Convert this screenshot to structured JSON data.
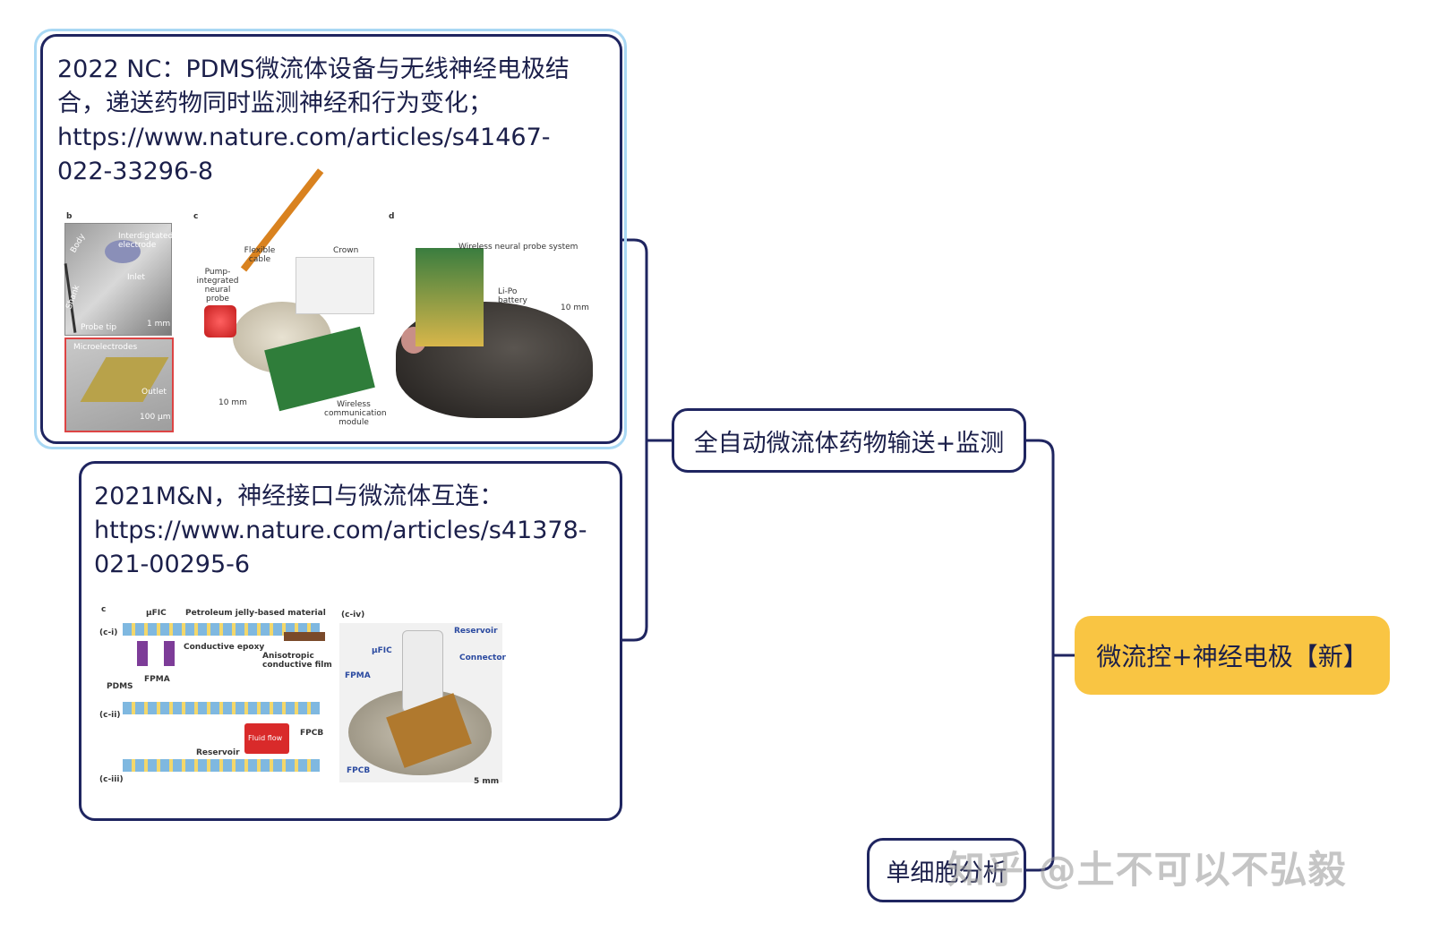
{
  "root": {
    "label": "微流控+神经电极【新】"
  },
  "branches": {
    "auto": {
      "label": "全自动微流体药物输送+监测"
    },
    "single": {
      "label": "单细胞分析"
    }
  },
  "leaves": {
    "nc2022": {
      "lines": [
        "2022 NC：PDMS微流体设备与无线神经电极结",
        "合，递送药物同时监测神经和行为变化；",
        "https://www.nature.com/articles/s41467-",
        "022-33296-8"
      ],
      "figure": {
        "panels": [
          "b",
          "c",
          "d"
        ],
        "labels": {
          "body": "Body",
          "electrode": "Interdigitated electrode",
          "inlet": "Inlet",
          "shank": "Shank",
          "probe_tip": "Probe tip",
          "scale_1mm": "1 mm",
          "microelectrodes": "Microelectrodes",
          "outlet": "Outlet",
          "scale_100um": "100 μm",
          "flexible_cable": "Flexible cable",
          "crown": "Crown",
          "pump_probe": "Pump-integrated neural probe",
          "scale_10mm_c": "10 mm",
          "wireless_module": "Wireless communication module",
          "wireless_system": "Wireless neural probe system",
          "lipo": "Li-Po battery",
          "scale_10mm_d": "10 mm"
        }
      }
    },
    "mn2021": {
      "lines": [
        "2021M&N，神经接口与微流体互连：",
        "https://www.nature.com/articles/s41378-",
        "021-00295-6"
      ],
      "figure": {
        "labels": {
          "panel_c": "c",
          "ufic": "μFIC",
          "petroleum": "Petroleum jelly-based material",
          "ci": "(c-i)",
          "epoxy": "Conductive epoxy",
          "anisotropic": "Anisotropic conductive film",
          "fpma": "FPMA",
          "pdms": "PDMS",
          "cii": "(c-ii)",
          "fluid": "Fluid flow",
          "fpcb": "FPCB",
          "reservoir": "Reservoir",
          "ciii": "(c-iii)",
          "civ": "(c-iv)",
          "reservoir2": "Reservoir",
          "ufic2": "μFIC",
          "connector": "Connector",
          "fpma2": "FPMA",
          "fpcb2": "FPCB",
          "scale_5mm": "5 mm"
        }
      }
    }
  },
  "watermark": "知乎 @土不可以不弘毅",
  "colors": {
    "root_fill": "#f9c543",
    "node_border": "#1f2560",
    "selection": "#a9d8f4"
  }
}
